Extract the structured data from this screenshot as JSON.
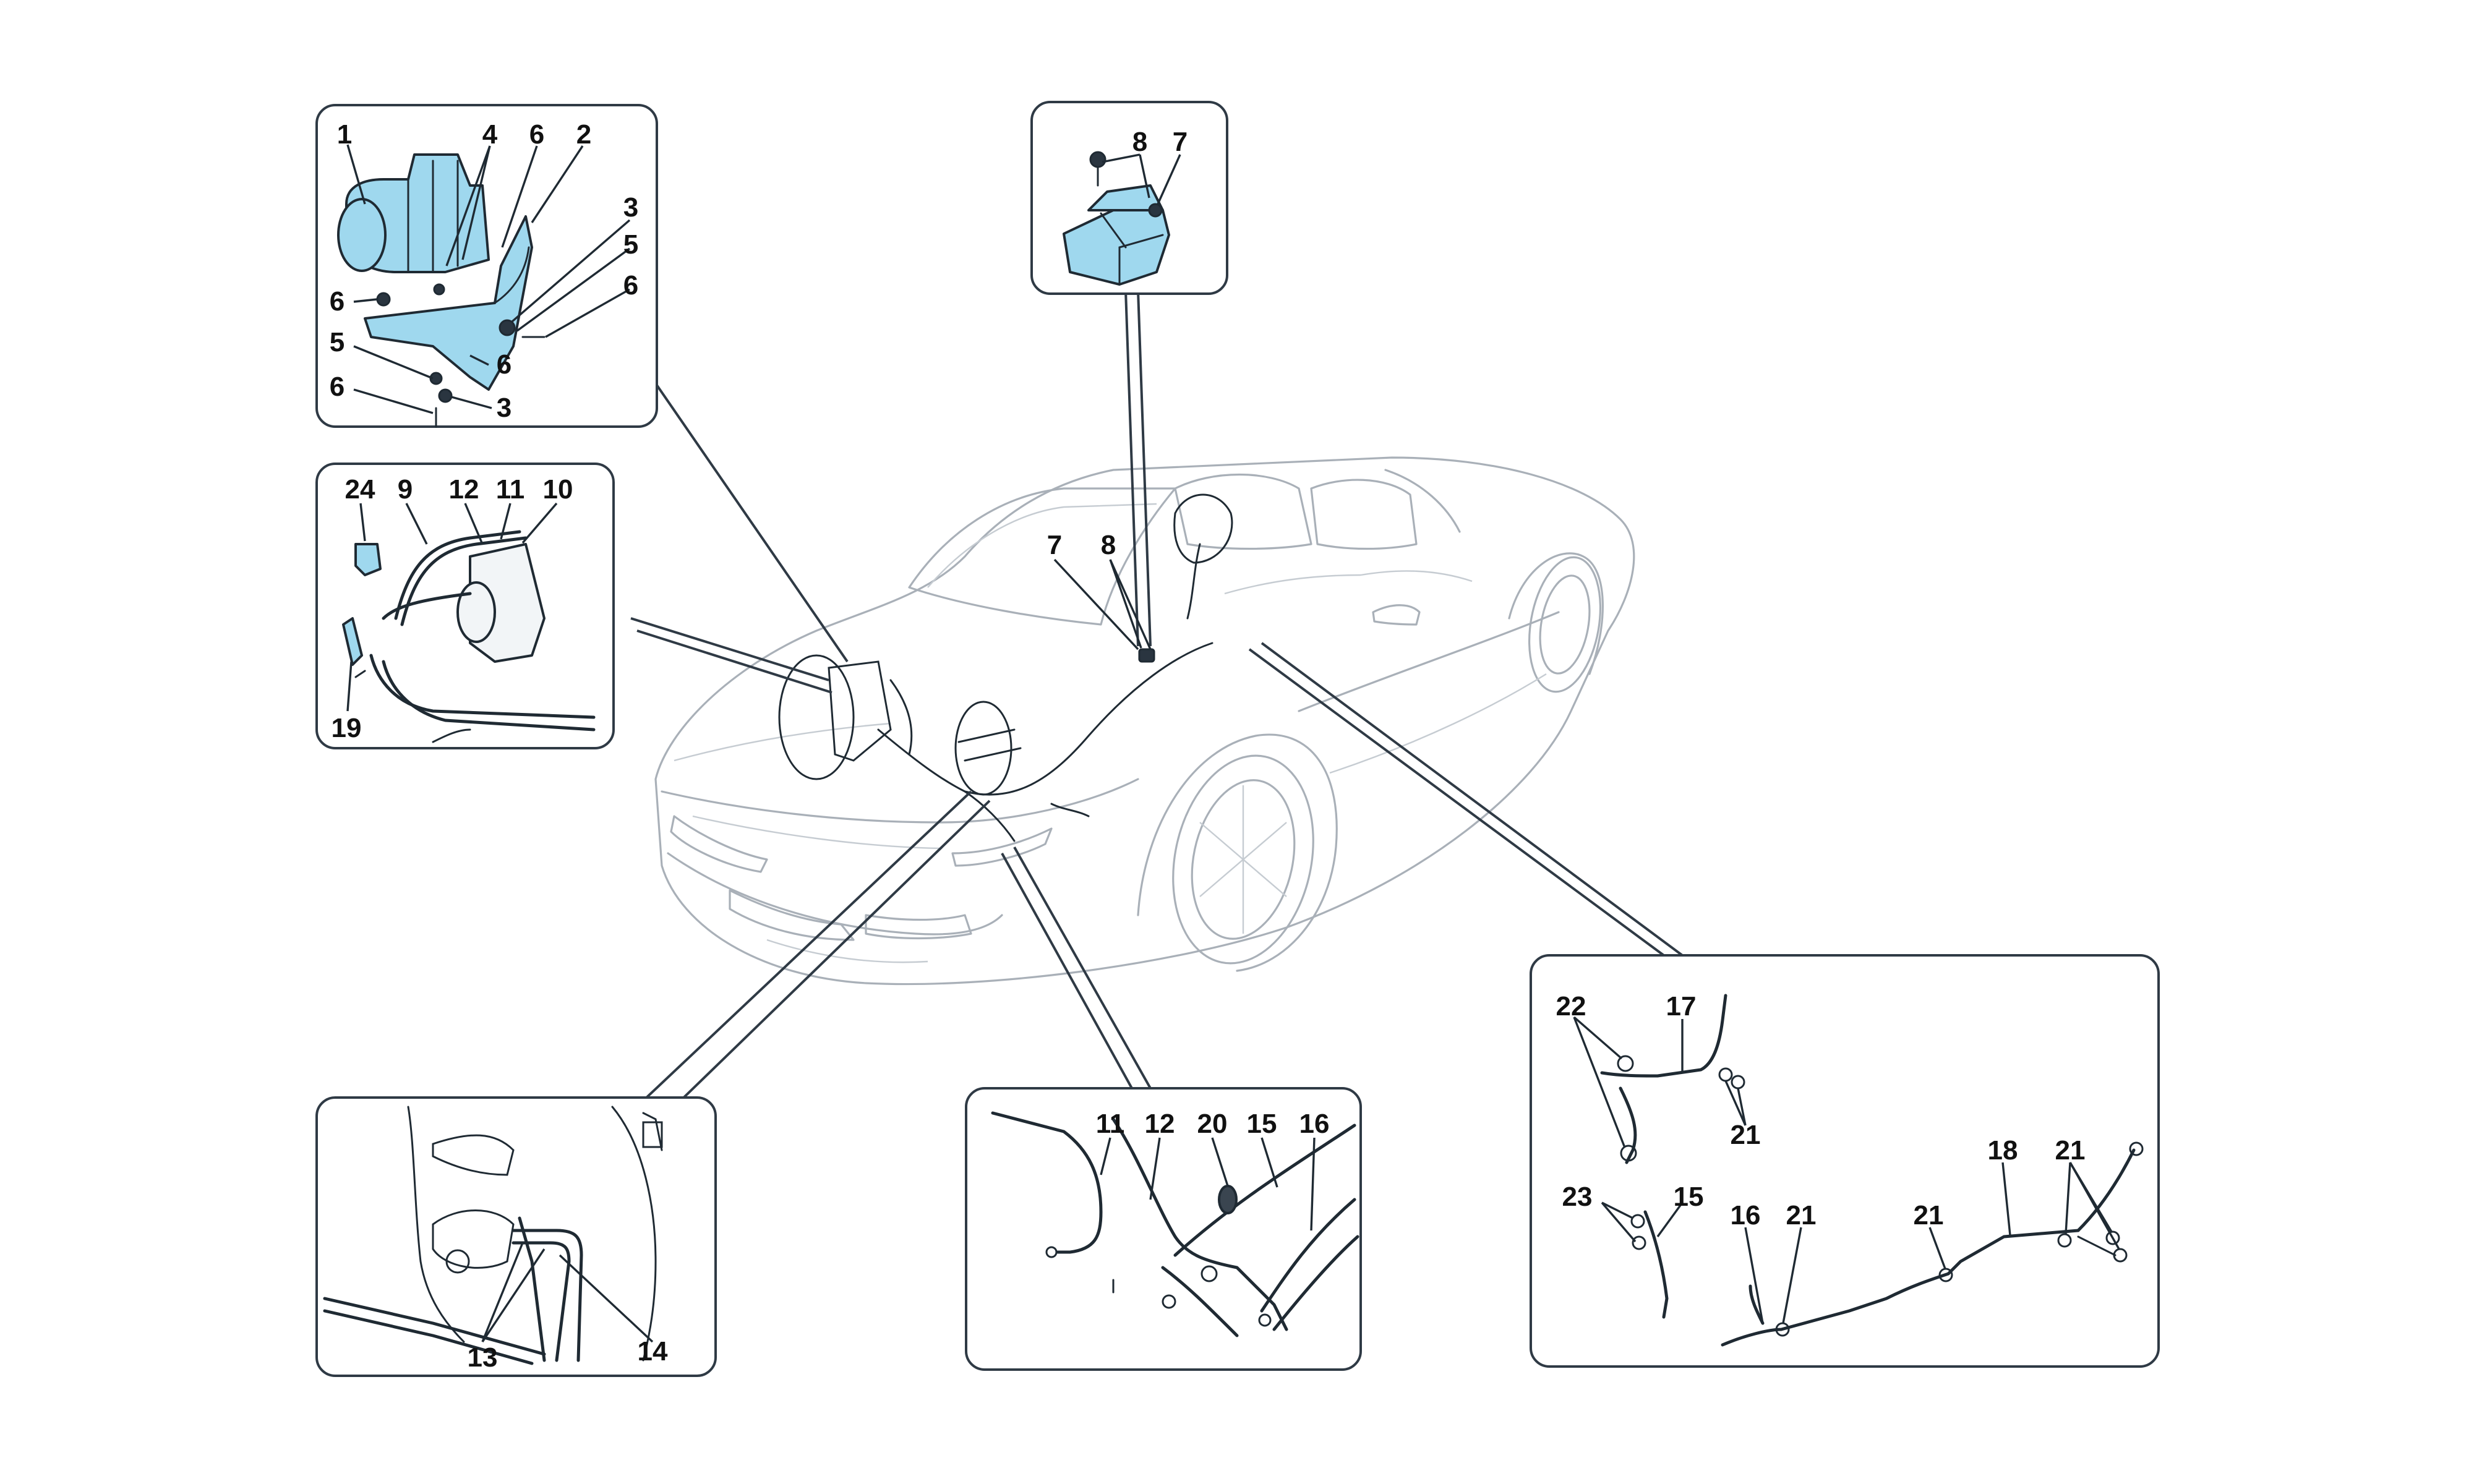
{
  "diagram": {
    "labels": {
      "abs_unit": [
        "1",
        "4",
        "6",
        "2",
        "3",
        "5",
        "6",
        "6",
        "5",
        "6",
        "6",
        "3"
      ],
      "sensor_box": [
        "8",
        "7"
      ],
      "pipes_box": [
        "24",
        "9",
        "12",
        "11",
        "10",
        "19"
      ],
      "car": [
        "7",
        "8"
      ],
      "booster_box": [
        "13",
        "14"
      ],
      "lines_box": [
        "11",
        "12",
        "20",
        "15",
        "16"
      ],
      "rear_box": [
        "22",
        "17",
        "21",
        "23",
        "15",
        "16",
        "21",
        "21",
        "18",
        "21"
      ]
    },
    "colors": {
      "part_highlight": "#9fd8ee",
      "car_outline": "#a9b0b8",
      "panel_border": "#2f3a45"
    }
  }
}
